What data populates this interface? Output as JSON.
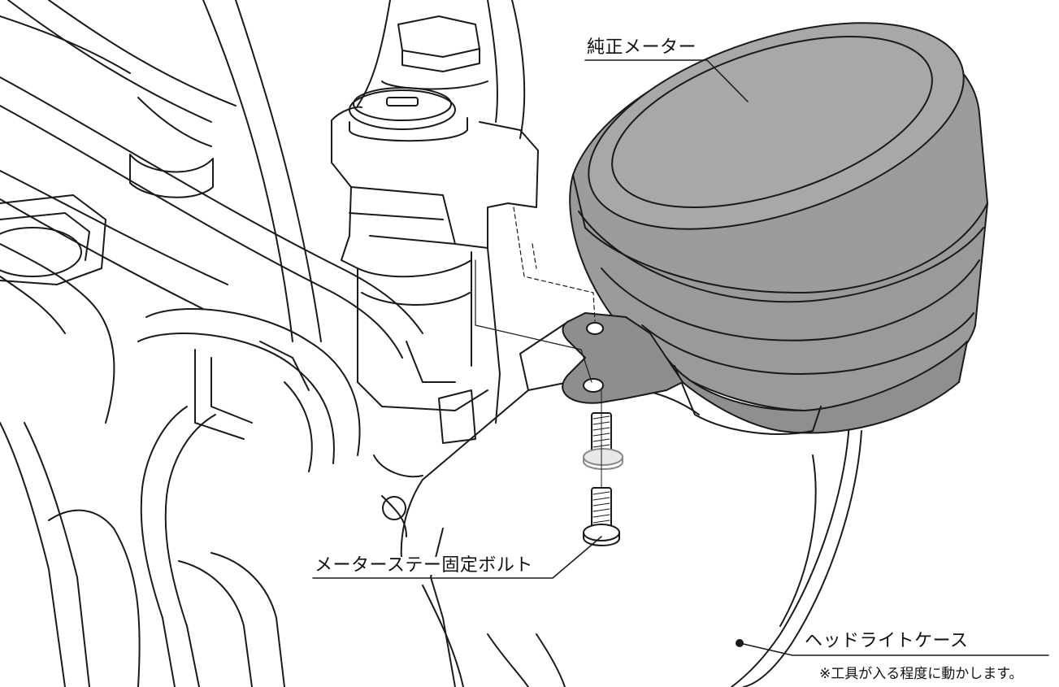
{
  "labels": {
    "meter": "純正メーター",
    "stay_bolt": "メーターステー固定ボルト",
    "headlight_case": "ヘッドライトケース",
    "note": "※工具が入る程度に動かします。"
  },
  "colors": {
    "line": "#1a1a1a",
    "meter_body": "#9c9c9c",
    "meter_face": "#a8a8a8",
    "background": "#ffffff"
  }
}
